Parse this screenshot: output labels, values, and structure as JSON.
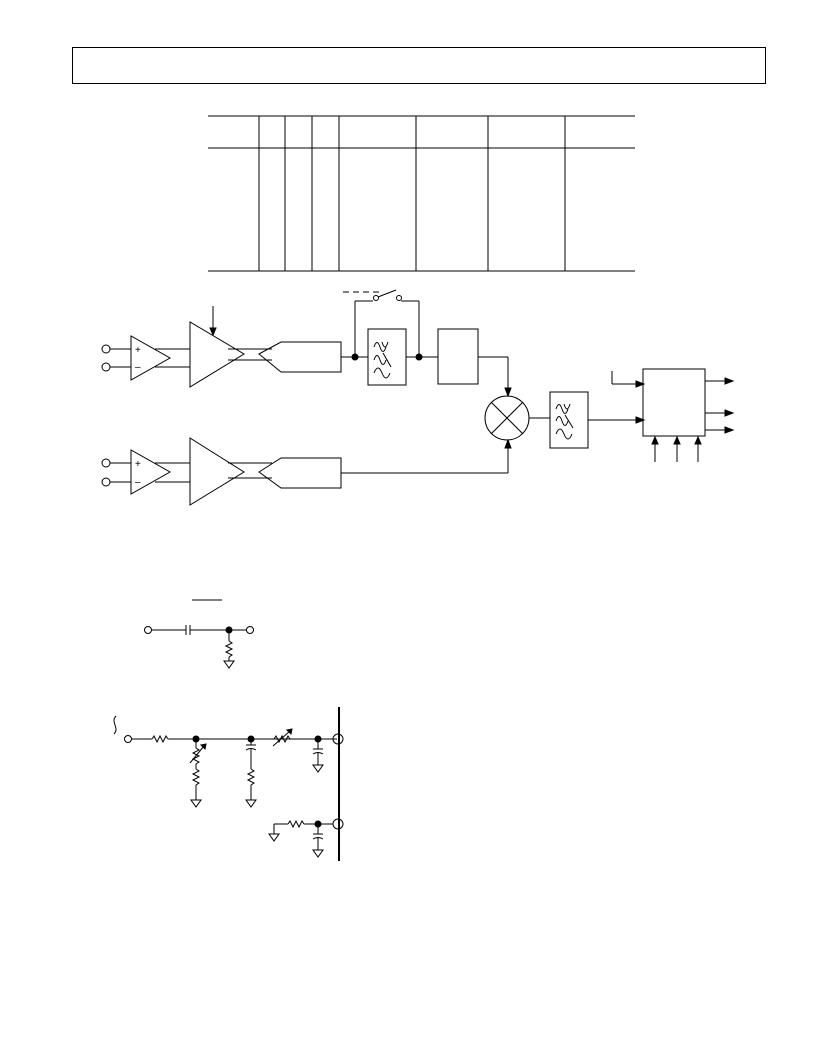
{
  "header": {
    "title": ""
  },
  "table": {
    "column_headers": [
      "",
      "",
      "",
      "",
      "",
      "",
      "",
      ""
    ],
    "rows": []
  },
  "block_diagram": {
    "icons": [
      "input-terminal",
      "difference-amplifier",
      "variable-gain-amplifier",
      "adc-converter",
      "bypass-switch",
      "bandpass-filter",
      "function-block",
      "multiplier",
      "lowpass-filter",
      "output-block"
    ],
    "labels": []
  },
  "highpass_circuit": {
    "label": ""
  },
  "rc_network": {
    "labels": []
  }
}
